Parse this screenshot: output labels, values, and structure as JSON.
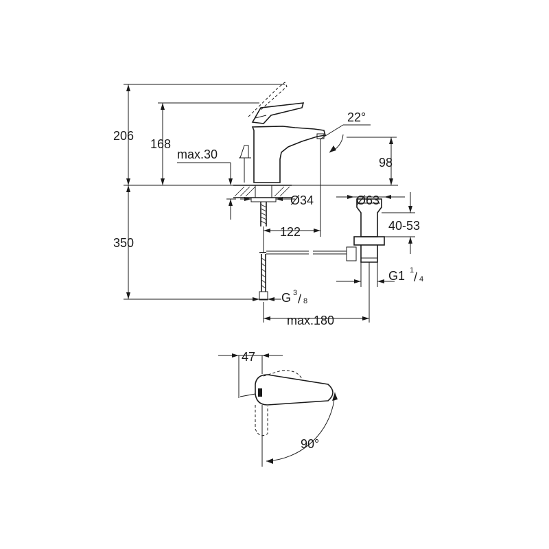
{
  "dimensions": {
    "height_total": "206",
    "height_spout": "168",
    "max_thickness": "max.30",
    "spout_angle": "22°",
    "outlet_height": "98",
    "hole_diameter": "Ø34",
    "waste_diameter": "Ø63",
    "reach": "122",
    "waste_range": "40-53",
    "below_height": "350",
    "inlet_thread_prefix": "G",
    "inlet_thread_num": "3",
    "inlet_thread_den": "8",
    "waste_thread_prefix": "G1",
    "waste_thread_num": "1",
    "waste_thread_den": "4",
    "max_width": "max.180",
    "lever_offset": "47",
    "lever_rotation": "90°"
  },
  "colors": {
    "line": "#1a1a1a",
    "background": "#ffffff"
  }
}
